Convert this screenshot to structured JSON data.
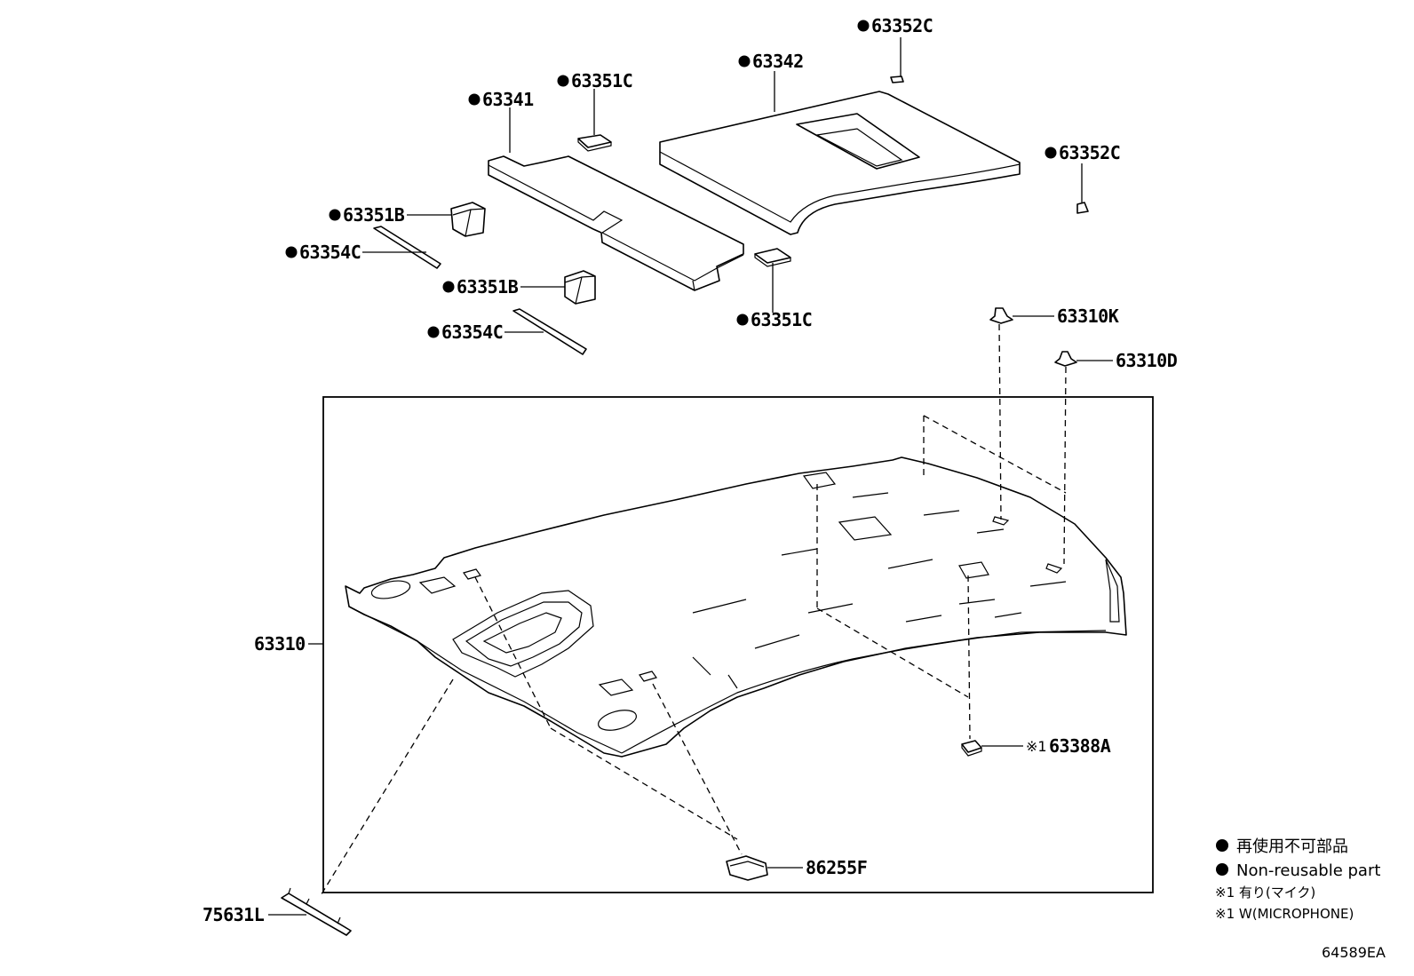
{
  "labels": {
    "p63352C_top": "63352C",
    "p63342": "63342",
    "p63351C_top": "63351C",
    "p63341": "63341",
    "p63352C_right": "63352C",
    "p63351B_a": "63351B",
    "p63354C_a": "63354C",
    "p63351B_b": "63351B",
    "p63354C_b": "63354C",
    "p63351C_bottom": "63351C",
    "p63310K": "63310K",
    "p63310D": "63310D",
    "p63310": "63310",
    "p63388A": "63388A",
    "p63388A_note": "※1",
    "p86255F": "86255F",
    "p75631L": "75631L"
  },
  "legend": {
    "line1": "再使用不可部品",
    "line2": "Non-reusable part",
    "line3": "※1 有り(マイク)",
    "line4": "※1 W(MICROPHONE)"
  },
  "diagram_code": "64589EA"
}
